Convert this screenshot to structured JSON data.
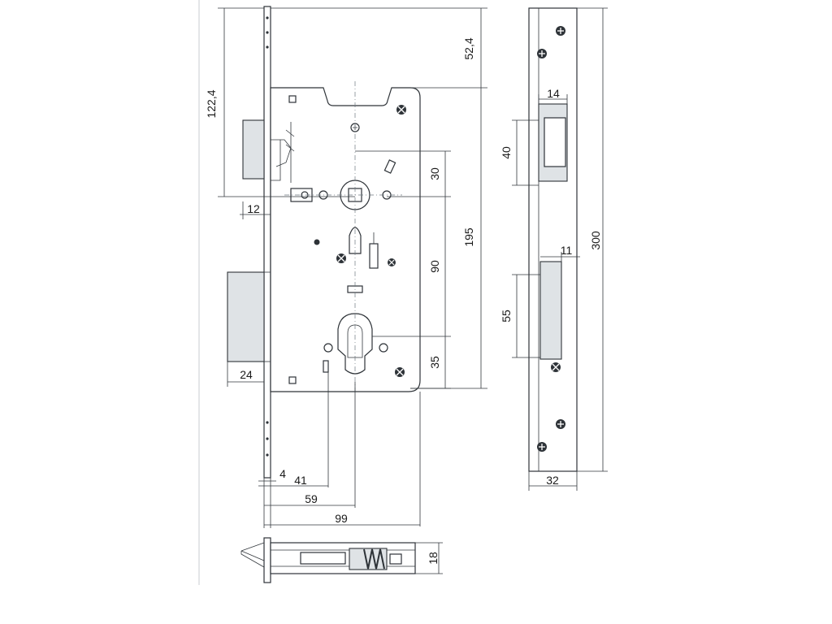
{
  "drawing": {
    "views": [
      "front-view",
      "faceplate-side-view",
      "bottom-view"
    ],
    "dimensions": {
      "d_122_4": "122,4",
      "d_52_4": "52,4",
      "d_12": "12",
      "d_30": "30",
      "d_90": "90",
      "d_195": "195",
      "d_35": "35",
      "d_24": "24",
      "d_4": "4",
      "d_41": "41",
      "d_59": "59",
      "d_99": "99",
      "d_14": "14",
      "d_40": "40",
      "d_11": "11",
      "d_55": "55",
      "d_300": "300",
      "d_32": "32",
      "d_18": "18"
    },
    "colors": {
      "line": "#33383d",
      "part_fill": "#ffffff",
      "hatch_fill": "#dfe3e6",
      "background": "#ffffff"
    }
  }
}
